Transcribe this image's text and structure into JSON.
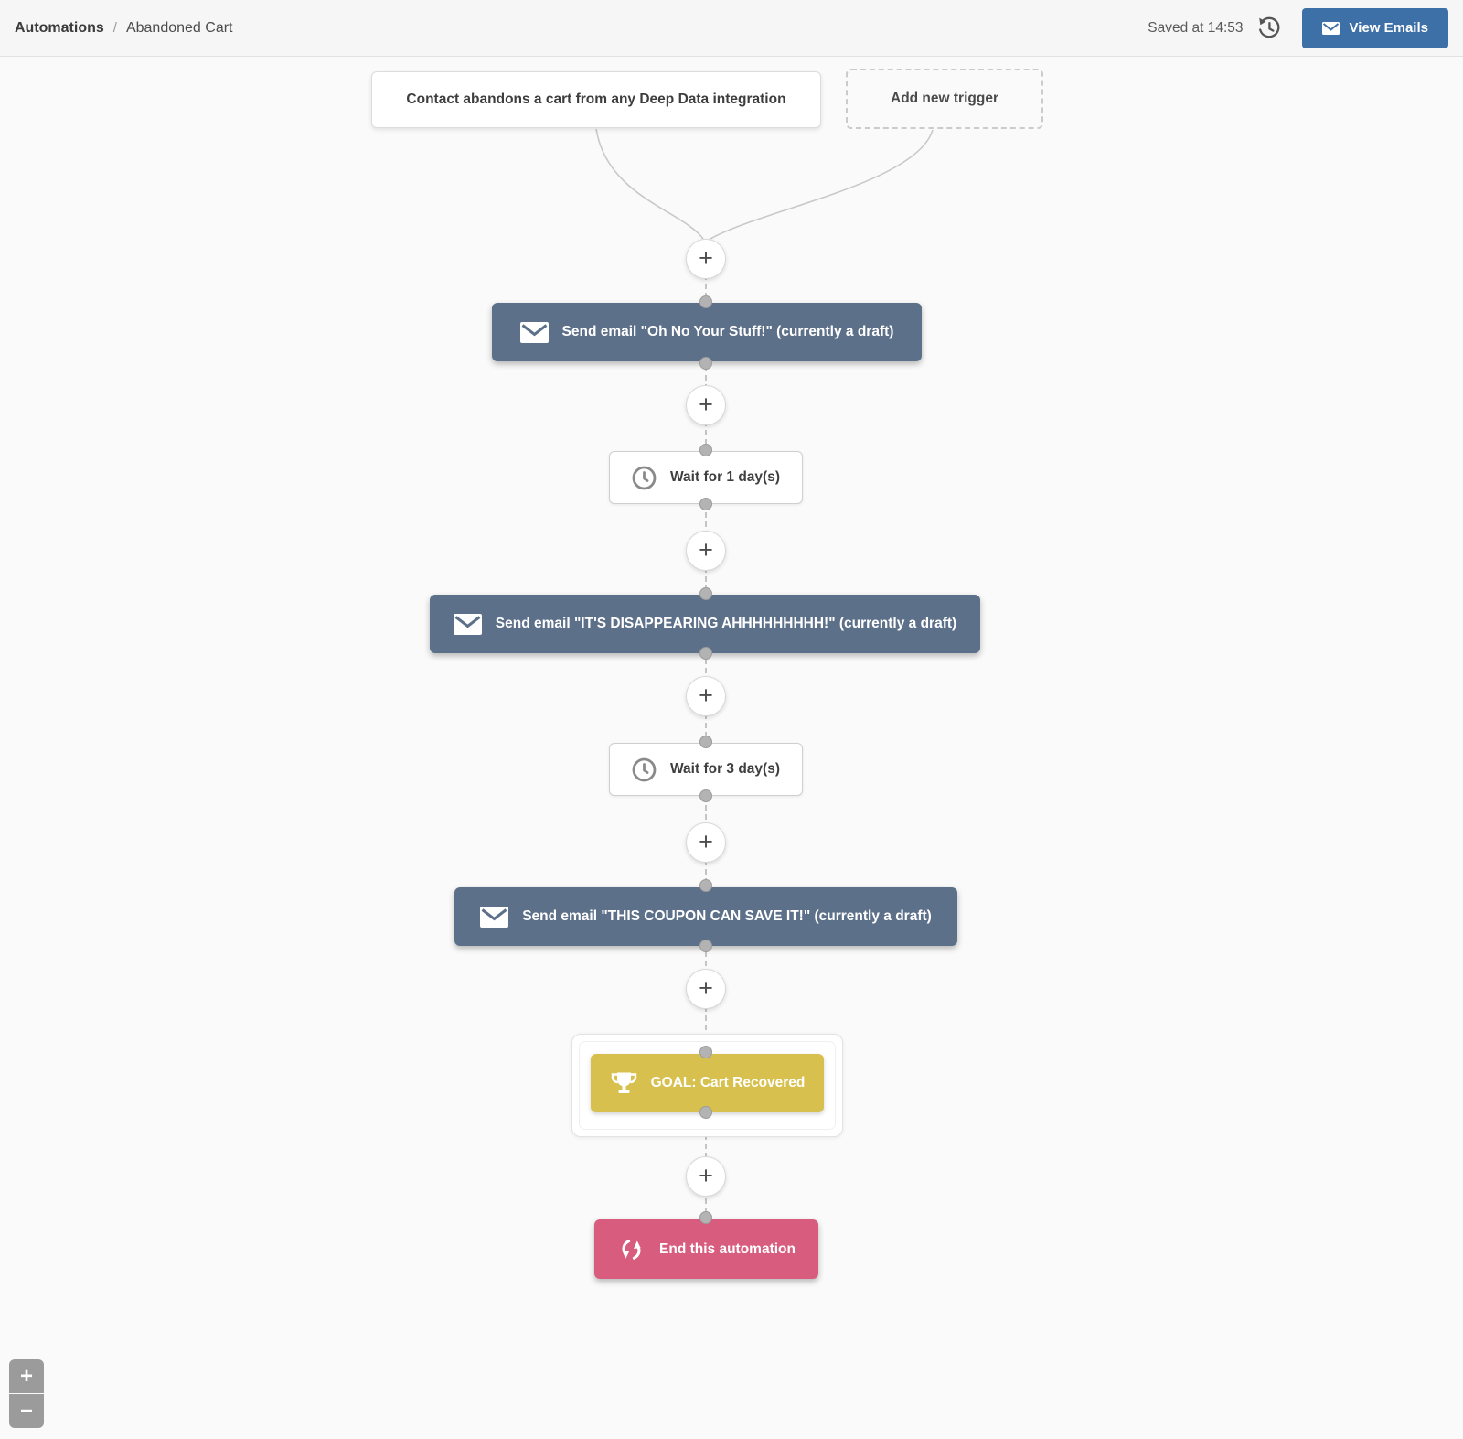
{
  "header": {
    "breadcrumb": {
      "root": "Automations",
      "separator": "/",
      "current": "Abandoned Cart"
    },
    "saved_status": "Saved at 14:53",
    "view_emails_label": "View Emails"
  },
  "flow": {
    "trigger": {
      "label": "Contact abandons a cart from any Deep Data integration"
    },
    "add_trigger": {
      "label": "Add new trigger"
    },
    "add_step_symbol": "+",
    "nodes": [
      {
        "type": "email",
        "label": "Send email \"Oh No Your Stuff!\" (currently a draft)"
      },
      {
        "type": "wait",
        "label": "Wait for 1 day(s)"
      },
      {
        "type": "email",
        "label": "Send email \"IT'S DISAPPEARING AHHHHHHHHH!\" (currently a draft)"
      },
      {
        "type": "wait",
        "label": "Wait for 3 day(s)"
      },
      {
        "type": "email",
        "label": "Send email \"THIS COUPON CAN SAVE IT!\" (currently a draft)"
      },
      {
        "type": "goal",
        "label": "GOAL: Cart Recovered"
      },
      {
        "type": "end",
        "label": "End this automation"
      }
    ]
  },
  "zoom_controls": {
    "zoom_in": "+",
    "zoom_out": "−"
  },
  "colors": {
    "email_node": "#5d7089",
    "goal_node": "#d7c04d",
    "end_node": "#d85c7e",
    "primary_button": "#3e70a8",
    "connector": "#c9c9c9"
  }
}
